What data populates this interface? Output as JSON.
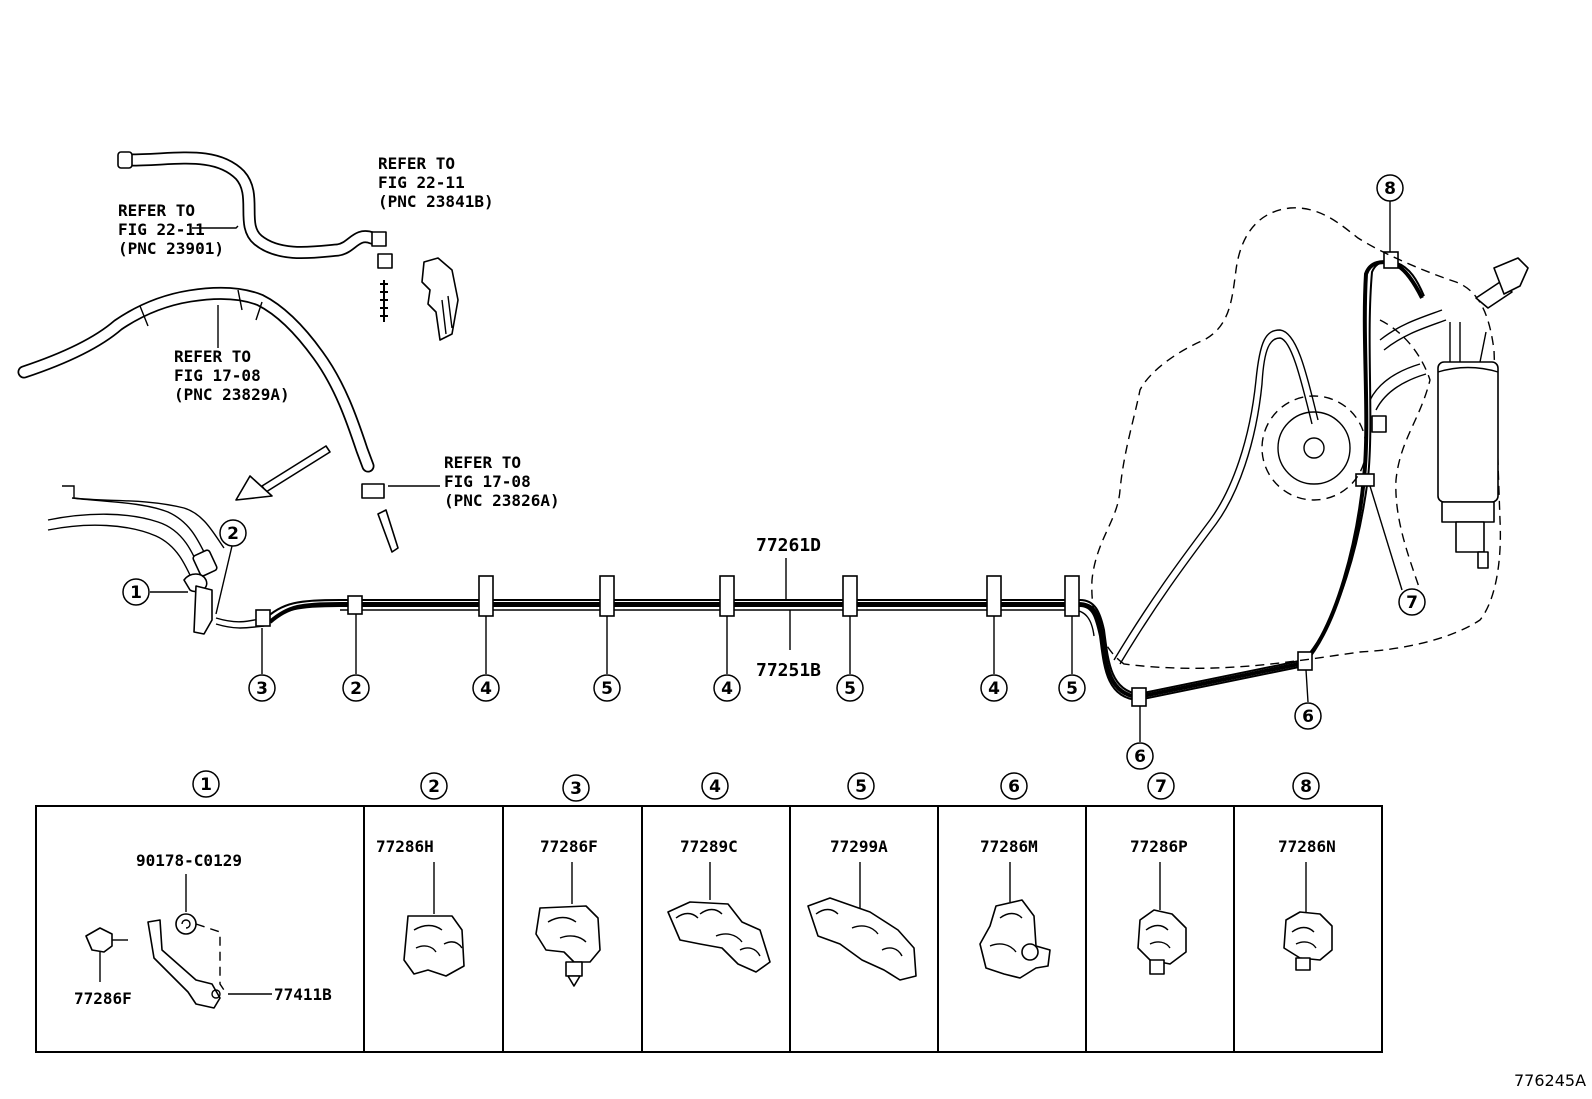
{
  "refer_notes": [
    {
      "id": "ref-23901",
      "lines": [
        "REFER TO",
        "FIG 22-11",
        "(PNC 23901)"
      ]
    },
    {
      "id": "ref-23841b",
      "lines": [
        "REFER TO",
        "FIG 22-11",
        "(PNC 23841B)"
      ]
    },
    {
      "id": "ref-23829a",
      "lines": [
        "REFER TO",
        "FIG 17-08",
        "(PNC 23829A)"
      ]
    },
    {
      "id": "ref-23826a",
      "lines": [
        "REFER TO",
        "FIG 17-08",
        "(PNC 23826A)"
      ]
    }
  ],
  "tube_labels": {
    "upper": "77261D",
    "lower": "77251B"
  },
  "callouts": {
    "main": [
      "1",
      "2",
      "3",
      "2",
      "4",
      "5",
      "4",
      "5",
      "4",
      "5",
      "6",
      "6",
      "7",
      "8"
    ]
  },
  "detail_table": {
    "cells": [
      {
        "callout": "1",
        "parts": [
          "90178-C0129",
          "77286F",
          "77411B"
        ]
      },
      {
        "callout": "2",
        "parts": [
          "77286H"
        ]
      },
      {
        "callout": "3",
        "parts": [
          "77286F"
        ]
      },
      {
        "callout": "4",
        "parts": [
          "77289C"
        ]
      },
      {
        "callout": "5",
        "parts": [
          "77299A"
        ]
      },
      {
        "callout": "6",
        "parts": [
          "77286M"
        ]
      },
      {
        "callout": "7",
        "parts": [
          "77286P"
        ]
      },
      {
        "callout": "8",
        "parts": [
          "77286N"
        ]
      }
    ]
  },
  "figure_id": "776245A"
}
